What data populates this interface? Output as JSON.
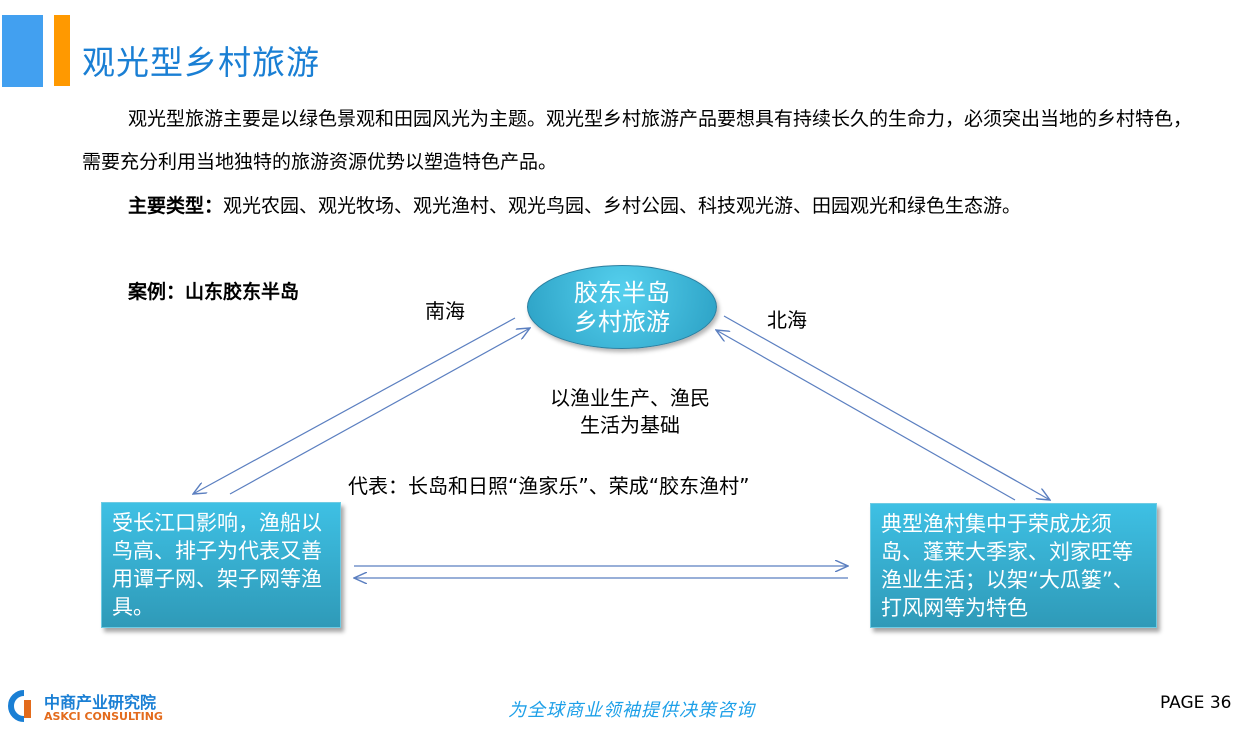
{
  "title": "观光型乡村旅游",
  "intro_line": "观光型旅游主要是以绿色景观和田园风光为主题。观光型乡村旅游产品要想具有持续长久的生命力，必须突出当地的乡村特色，需要充分利用当地独特的旅游资源优势以塑造特色产品。",
  "types": {
    "label": "主要类型：",
    "text": "观光农园、观光牧场、观光渔村、观光鸟园、乡村公园、科技观光游、田园观光和绿色生态游。"
  },
  "case_label": "案例：山东胶东半岛",
  "diagram": {
    "center": [
      "胶东半岛",
      "乡村旅游"
    ],
    "south_label": "南海",
    "north_label": "北海",
    "foundation": [
      "以渔业生产、渔民",
      "生活为基础"
    ],
    "representative": "代表：长岛和日照“渔家乐”、荣成“胶东渔村”",
    "left_box": "受长江口影响，渔船以鸟高、排子为代表又善用谭子网、架子网等渔具。",
    "right_box": "典型渔村集中于荣成龙须岛、蓬莱大季家、刘家旺等渔业生活；以架“大瓜篓”、打风网等为特色"
  },
  "footer": {
    "logo_cn": "中商产业研究院",
    "logo_en": "ASKCI CONSULTING",
    "slogan": "为全球商业领袖提供决策咨询",
    "page": "PAGE  36"
  },
  "colors": {
    "title": "#1a7fd4",
    "accent_blue": "#42a0f0",
    "accent_orange": "#ff9900",
    "box": "#36aed0"
  }
}
